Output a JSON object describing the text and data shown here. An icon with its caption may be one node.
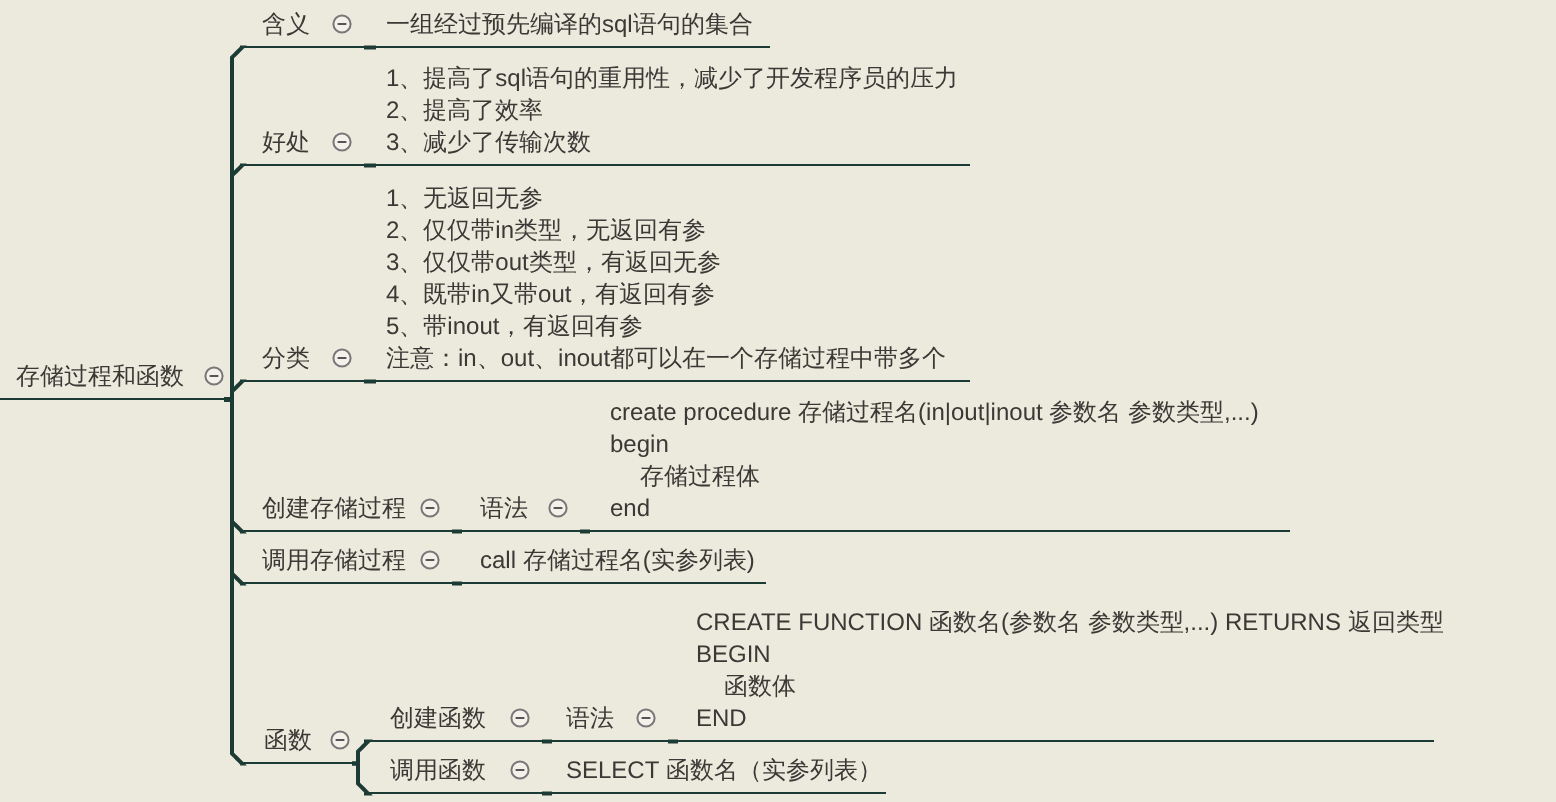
{
  "diagram": {
    "nodes": [
      {
        "text": [
          "存储过程和函数"
        ]
      },
      {
        "text": [
          "含义"
        ]
      },
      {
        "text": [
          "一组经过预先编译的sql语句的集合"
        ]
      },
      {
        "text": [
          "好处"
        ]
      },
      {
        "text": [
          "1、提高了sql语句的重用性，减少了开发程序员的压力",
          "2、提高了效率",
          "3、减少了传输次数"
        ]
      },
      {
        "text": [
          "分类"
        ]
      },
      {
        "text": [
          "1、无返回无参",
          "2、仅仅带in类型，无返回有参",
          "3、仅仅带out类型，有返回无参",
          "4、既带in又带out，有返回有参",
          "5、带inout，有返回有参",
          "注意：in、out、inout都可以在一个存储过程中带多个"
        ]
      },
      {
        "text": [
          "创建存储过程"
        ]
      },
      {
        "text": [
          "语法"
        ]
      },
      {
        "text": [
          "create procedure 存储过程名(in|out|inout 参数名 参数类型,...)",
          "begin",
          "存储过程体",
          "end"
        ]
      },
      {
        "text": [
          "调用存储过程"
        ]
      },
      {
        "text": [
          "call 存储过程名(实参列表)"
        ]
      },
      {
        "text": [
          "函数"
        ]
      },
      {
        "text": [
          "创建函数"
        ]
      },
      {
        "text": [
          "语法"
        ]
      },
      {
        "text": [
          "CREATE FUNCTION 函数名(参数名 参数类型,...) RETURNS 返回类型",
          "BEGIN",
          "函数体",
          "END"
        ]
      },
      {
        "text": [
          "调用函数"
        ]
      },
      {
        "text": [
          "SELECT 函数名（实参列表）"
        ]
      }
    ],
    "edges": [
      {
        "from": 0,
        "to": 1,
        "arrow": "none"
      },
      {
        "from": 0,
        "to": 3,
        "arrow": "none"
      },
      {
        "from": 0,
        "to": 5,
        "arrow": "none"
      },
      {
        "from": 0,
        "to": 7,
        "arrow": "none"
      },
      {
        "from": 0,
        "to": 10,
        "arrow": "none"
      },
      {
        "from": 0,
        "to": 12,
        "arrow": "none"
      },
      {
        "from": 1,
        "to": 2,
        "arrow": "none"
      },
      {
        "from": 3,
        "to": 4,
        "arrow": "none"
      },
      {
        "from": 5,
        "to": 6,
        "arrow": "none"
      },
      {
        "from": 7,
        "to": 8,
        "arrow": "none"
      },
      {
        "from": 8,
        "to": 9,
        "arrow": "none"
      },
      {
        "from": 10,
        "to": 11,
        "arrow": "none"
      },
      {
        "from": 12,
        "to": 13,
        "arrow": "none"
      },
      {
        "from": 12,
        "to": 16,
        "arrow": "none"
      },
      {
        "from": 13,
        "to": 14,
        "arrow": "none"
      },
      {
        "from": 14,
        "to": 15,
        "arrow": "none"
      },
      {
        "from": 16,
        "to": 17,
        "arrow": "none"
      }
    ]
  }
}
